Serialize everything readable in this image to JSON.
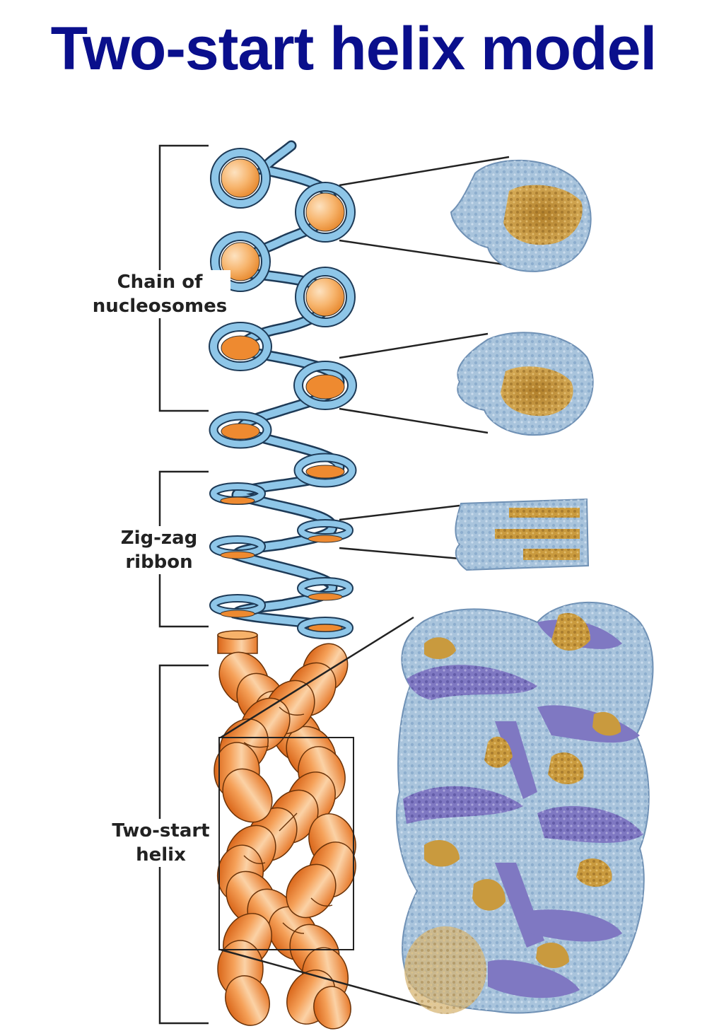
{
  "title": "Two-start helix model",
  "labels": {
    "chain": [
      "Chain of",
      "nucleosomes"
    ],
    "zigzag": [
      "Zig-zag",
      "ribbon"
    ],
    "helix": [
      "Two-start",
      "helix"
    ]
  },
  "colors": {
    "title": "#0a0f8c",
    "dna": "#8ec6e8",
    "histone": "#f08a2c",
    "histone_light": "#f7c088",
    "core_gold": "#c99a3e",
    "dna_pale": "#a9c4dc",
    "dna_purple": "#7f78c2"
  }
}
